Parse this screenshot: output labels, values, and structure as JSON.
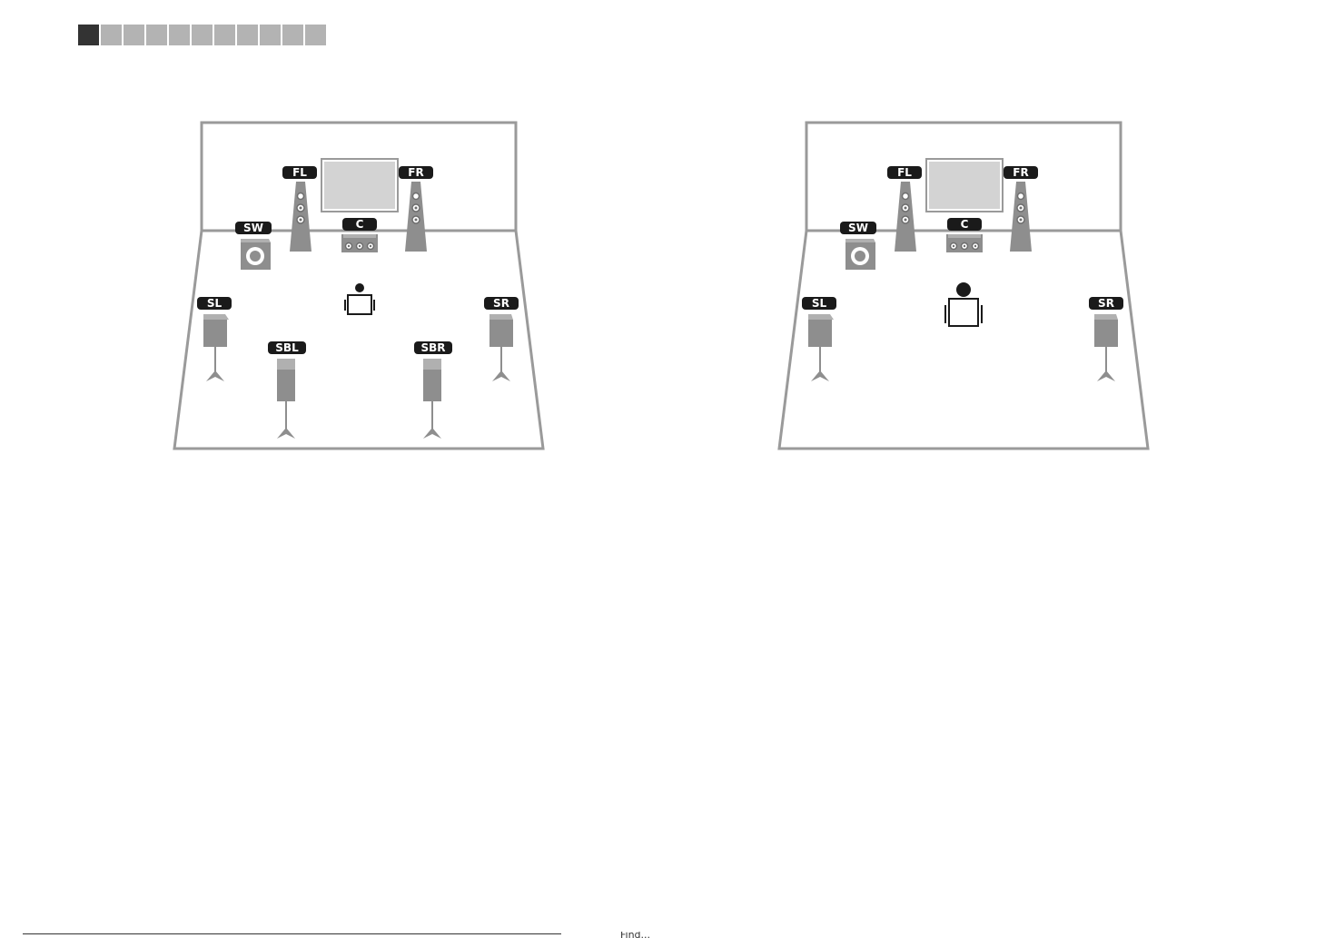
{
  "progress": {
    "total_segments": 11,
    "active_index": 0
  },
  "diagrams": [
    {
      "labels": {
        "fl": "FL",
        "fr": "FR",
        "c": "C",
        "sw": "SW",
        "sl": "SL",
        "sr": "SR",
        "sbl": "SBL",
        "sbr": "SBR"
      }
    },
    {
      "labels": {
        "fl": "FL",
        "fr": "FR",
        "c": "C",
        "sw": "SW",
        "sl": "SL",
        "sr": "SR"
      }
    }
  ],
  "footer": {
    "text": "Find..."
  },
  "colors": {
    "label_bg": "#1a1a1a",
    "speaker": "#8e8e8e",
    "wall": "#9a9a9a",
    "tv_screen": "#d3d3d3",
    "progress_active": "#333333",
    "progress_inactive": "#b3b3b3"
  }
}
